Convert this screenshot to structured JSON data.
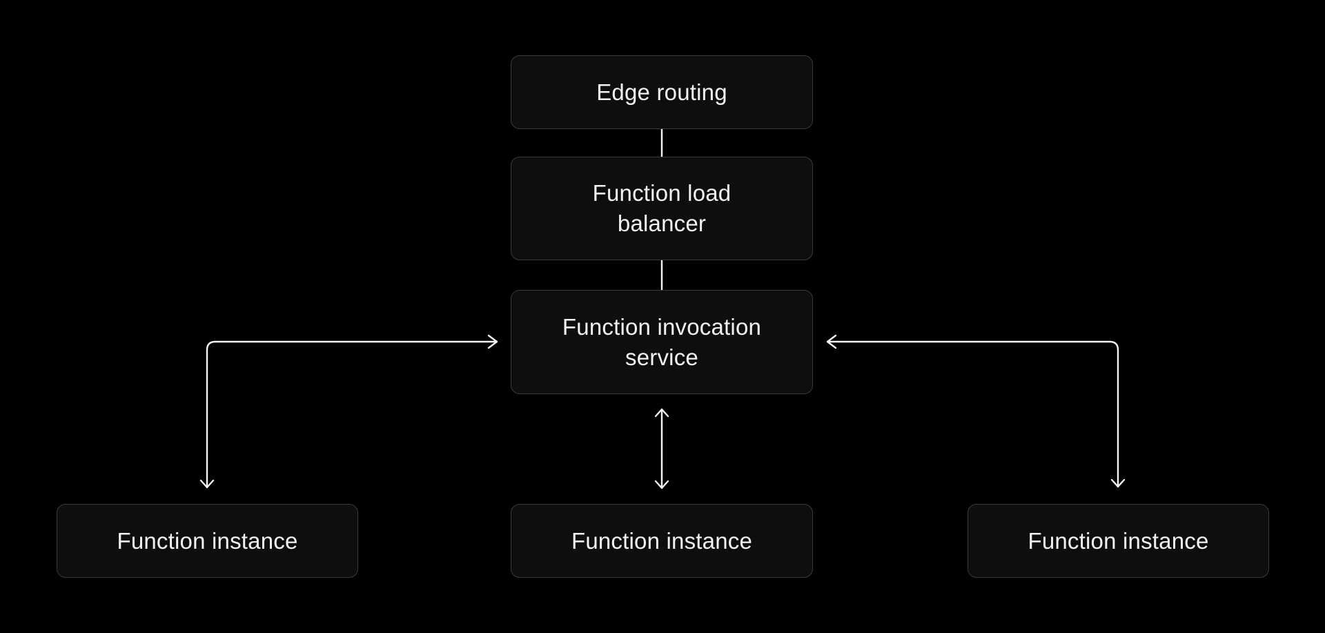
{
  "diagram": {
    "background": "#000000",
    "colors": {
      "node_fill": "#0e0e0e",
      "node_border": "#3a3a3a",
      "connector": "#f5f5f5",
      "text": "#f2f2f2"
    },
    "nodes": [
      {
        "id": "edge-routing",
        "label": "Edge routing"
      },
      {
        "id": "function-load-balancer",
        "label": "Function load\nbalancer"
      },
      {
        "id": "function-invocation-service",
        "label": "Function invocation\nservice"
      },
      {
        "id": "function-instance-left",
        "label": "Function instance"
      },
      {
        "id": "function-instance-middle",
        "label": "Function instance"
      },
      {
        "id": "function-instance-right",
        "label": "Function instance"
      }
    ],
    "edges": [
      {
        "from": "edge-routing",
        "to": "function-load-balancer",
        "type": "plain-line"
      },
      {
        "from": "function-load-balancer",
        "to": "function-invocation-service",
        "type": "plain-line"
      },
      {
        "from": "function-invocation-service",
        "to": "function-instance-left",
        "type": "double-arrow-elbow"
      },
      {
        "from": "function-invocation-service",
        "to": "function-instance-middle",
        "type": "double-arrow-straight"
      },
      {
        "from": "function-invocation-service",
        "to": "function-instance-right",
        "type": "double-arrow-elbow"
      }
    ]
  }
}
